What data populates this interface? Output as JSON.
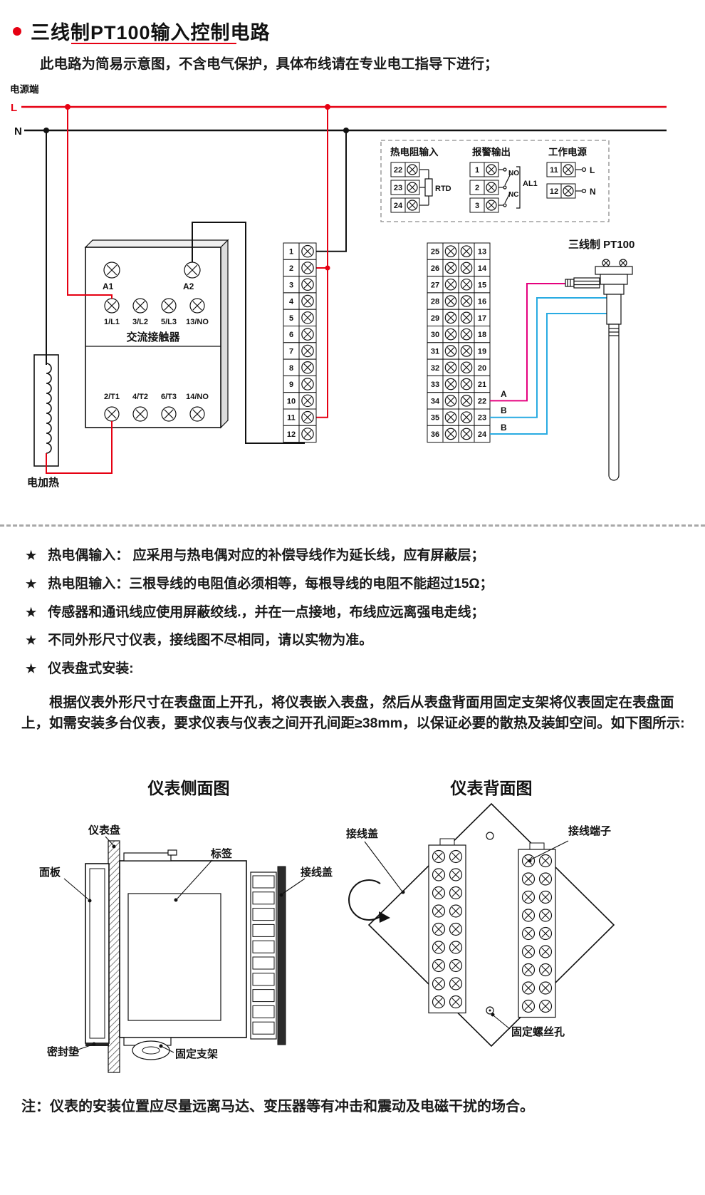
{
  "page": {
    "title": "三线制PT100输入控制电路",
    "subtitle": "此电路为简易示意图，不含电气保护，具体布线请在专业电工指导下进行；",
    "star": "★",
    "footer_note": "注：仪表的安装位置应尽量远离马达、变压器等有冲击和震动及电磁干扰的场合。"
  },
  "colors": {
    "accent_red": "#e60012",
    "wire_magenta": "#e5007e",
    "wire_cyan": "#29abe2"
  },
  "circuit": {
    "power_label": "电源端",
    "l_label": "L",
    "n_label": "N",
    "legend": {
      "rtd_title": "热电阻输入",
      "rtd_terminals": [
        "22",
        "23",
        "24"
      ],
      "rtd_label": "RTD",
      "alarm_title": "报警输出",
      "alarm_terminals": [
        "1",
        "2",
        "3"
      ],
      "no_label": "NO",
      "nc_label": "NC",
      "al1_label": "AL1",
      "power_title": "工作电源",
      "power_terminals": [
        "11",
        "12"
      ],
      "power_l": "L",
      "power_n": "N"
    },
    "contactor": {
      "a1": "A1",
      "a2": "A2",
      "name": "交流接触器",
      "top_terminals": [
        "1/L1",
        "3/L2",
        "5/L3",
        "13/NO"
      ],
      "bottom_terminals": [
        "2/T1",
        "4/T2",
        "6/T3",
        "14/NO"
      ]
    },
    "left_strip": [
      "1",
      "2",
      "3",
      "4",
      "5",
      "6",
      "7",
      "8",
      "9",
      "10",
      "11",
      "12"
    ],
    "right_block_left": [
      "25",
      "26",
      "27",
      "28",
      "29",
      "30",
      "31",
      "32",
      "33",
      "34",
      "35",
      "36"
    ],
    "right_block_right": [
      "13",
      "14",
      "15",
      "16",
      "17",
      "18",
      "19",
      "20",
      "21",
      "22",
      "23",
      "24"
    ],
    "pt100_label": "三线制 PT100",
    "wire_labels": [
      "A",
      "B",
      "B"
    ],
    "heater_label": "电加热"
  },
  "notes": [
    "热电偶输入： 应采用与热电偶对应的补偿导线作为延长线，应有屏蔽层；",
    "热电阻输入：三根导线的电阻值必须相等，每根导线的电阻不能超过15Ω；",
    "传感器和通讯线应使用屏蔽绞线.，并在一点接地，布线应远离强电走线；",
    "不同外形尺寸仪表，接线图不尽相同，请以实物为准。",
    "仪表盘式安装:"
  ],
  "install_paragraph": "根据仪表外形尺寸在表盘面上开孔，将仪表嵌入表盘，然后从表盘背面用固定支架将仪表固定在表盘面上，如需安装多台仪表，要求仪表与仪表之间开孔间距≥38mm，以保证必要的散热及装卸空间。如下图所示:",
  "side_view": {
    "title": "仪表侧面图",
    "labels": {
      "panel": "仪表盘",
      "front": "面板",
      "tag": "标签",
      "cover": "接线盖",
      "seal": "密封垫",
      "bracket": "固定支架"
    }
  },
  "back_view": {
    "title": "仪表背面图",
    "labels": {
      "cover": "接线盖",
      "terminal": "接线端子",
      "screw_hole": "固定螺丝孔"
    }
  }
}
